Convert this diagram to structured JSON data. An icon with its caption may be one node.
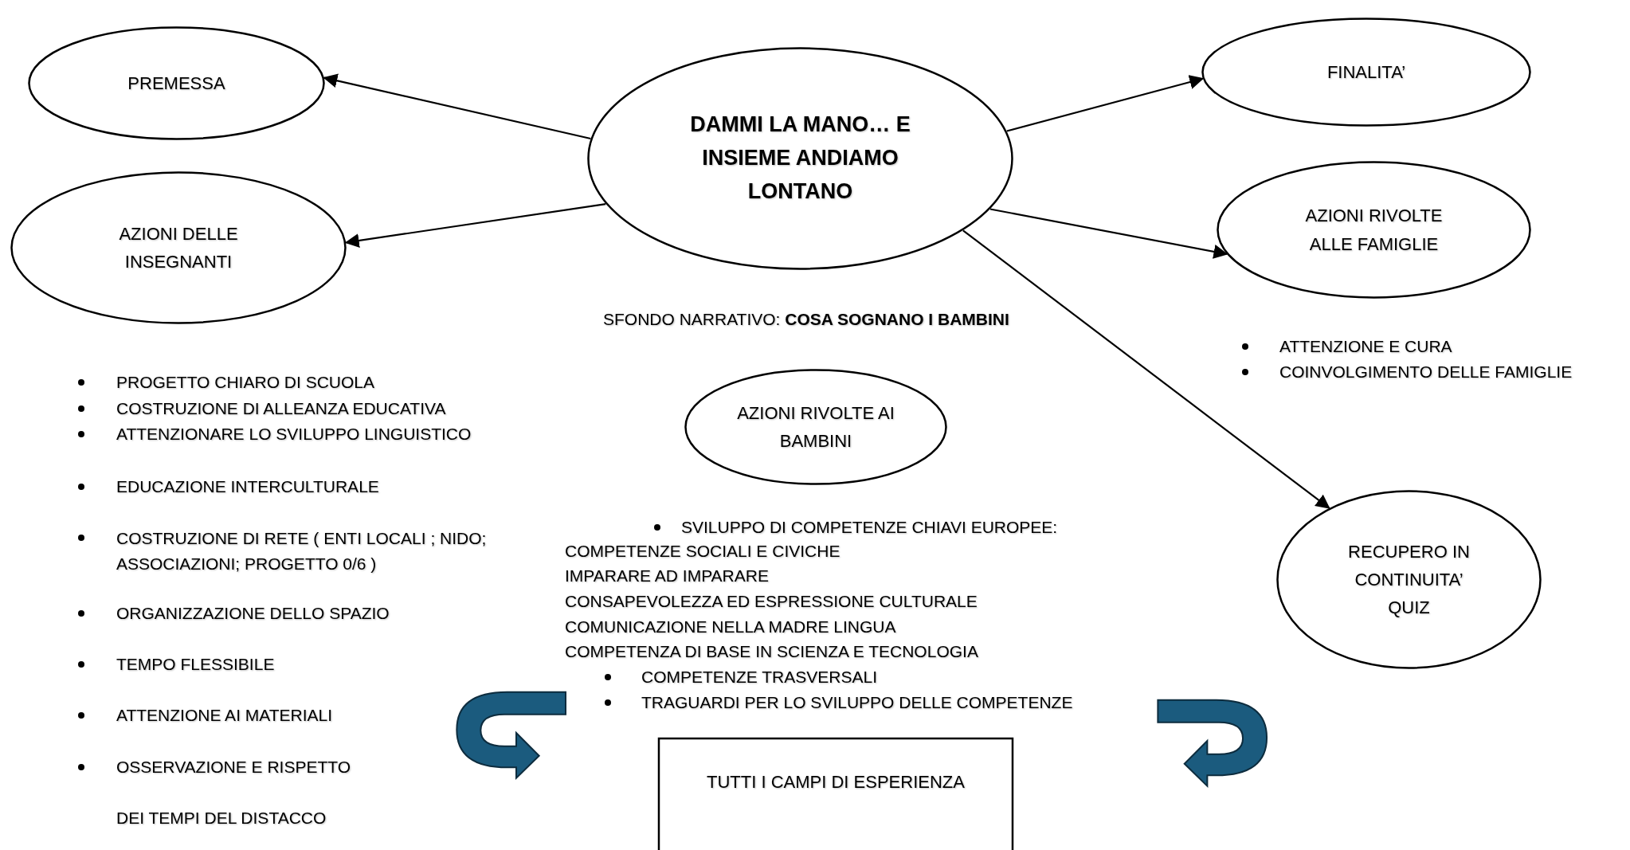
{
  "diagram": {
    "nodes": [
      {
        "text": [
          "DAMMI LA MANO… E INSIEME ANDIAMO LONTANO"
        ]
      },
      {
        "text": [
          "PREMESSA"
        ]
      },
      {
        "text": [
          "AZIONI DELLE INSEGNANTI"
        ]
      },
      {
        "text": [
          "FINALITA’"
        ]
      },
      {
        "text": [
          "AZIONI RIVOLTE ALLE FAMIGLIE"
        ]
      },
      {
        "text": [
          "AZIONI RIVOLTE AI BAMBINI"
        ]
      },
      {
        "text": [
          "RECUPERO IN CONTINUITA’ QUIZ"
        ]
      },
      {
        "text": [
          "TUTTI I CAMPI DI ESPERIENZA"
        ]
      }
    ],
    "edges": [
      {
        "from": 0,
        "to": 1,
        "arrow": "to"
      },
      {
        "from": 0,
        "to": 2,
        "arrow": "to"
      },
      {
        "from": 0,
        "to": 3,
        "arrow": "to"
      },
      {
        "from": 0,
        "to": 4,
        "arrow": "to"
      },
      {
        "from": 0,
        "to": 6,
        "arrow": "to"
      }
    ],
    "labels": [
      "SFONDO NARRATIVO: **COSA SOGNANO I BAMBINI**",
      "ATTENZIONE E CURA",
      "COINVOLGIMENTO DELLE FAMIGLIE",
      "PROGETTO CHIARO DI SCUOLA",
      "COSTRUZIONE DI ALLEANZA EDUCATIVA",
      "ATTENZIONARE LO SVILUPPO LINGUISTICO",
      "EDUCAZIONE INTERCULTURALE",
      "COSTRUZIONE DI RETE ( ENTI LOCALI ; NIDO; ASSOCIAZIONI; PROGETTO 0/6 )",
      "ORGANIZZAZIONE DELLO SPAZIO",
      "TEMPO FLESSIBILE",
      "ATTENZIONE AI MATERIALI",
      "OSSERVAZIONE E RISPETTO",
      "DEI TEMPI DEL DISTACCO",
      "SVILUPPO DI COMPETENZE CHIAVI EUROPEE:",
      "COMPETENZE SOCIALI E CIVICHE",
      "IMPARARE AD IMPARARE",
      "CONSAPEVOLEZZA ED ESPRESSIONE CULTURALE",
      "COMUNICAZIONE NELLA MADRE LINGUA",
      "COMPETENZA DI BASE IN SCIENZA E TECNOLOGIA",
      "COMPETENZE TRASVERSALI",
      "TRAGUARDI PER LO SVILUPPO DELLE COMPETENZE"
    ]
  }
}
